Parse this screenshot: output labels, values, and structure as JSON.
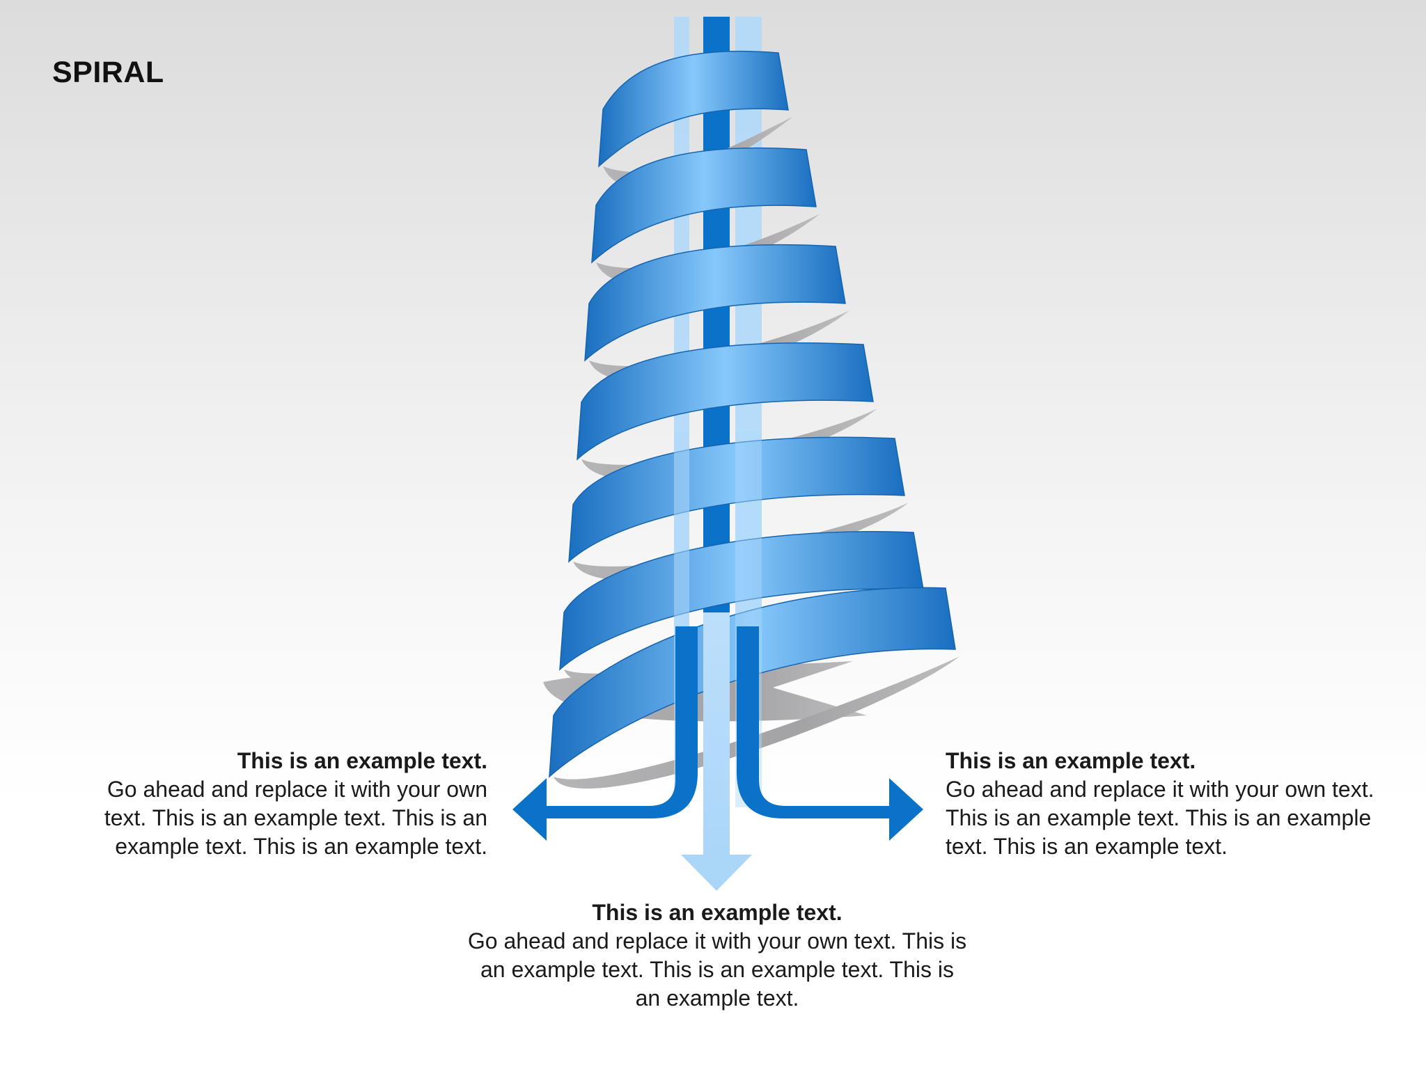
{
  "title": "SPIRAL",
  "colors": {
    "ribbon_dark": "#1b76c9",
    "ribbon_light": "#86c8fb",
    "shadow": "#a7a7aa",
    "arrow_dark": "#0a72c8",
    "arrow_light": "#b0d9fa"
  },
  "text_blocks": {
    "left": {
      "heading": "This is an example text.",
      "body": "Go ahead and replace it with your own text. This is an example text. This is an example text. This is an example text."
    },
    "right": {
      "heading": "This is an example text.",
      "body": "Go ahead and replace it with your own text. This is an example text. This is an example text. This is an example text."
    },
    "bottom": {
      "heading": "This is an example text.",
      "body": "Go ahead and replace it with your own text. This is an example text. This is an example text. This is an example text."
    }
  }
}
